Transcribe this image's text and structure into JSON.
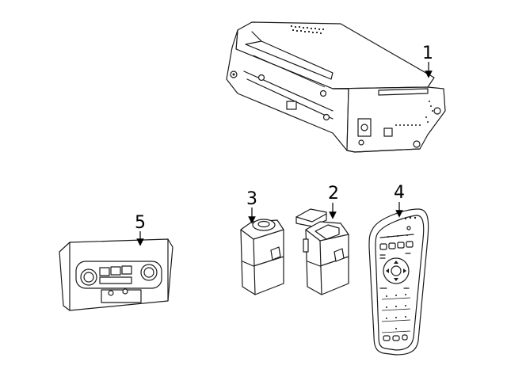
{
  "callouts": {
    "c1": "1",
    "c2": "2",
    "c3": "3",
    "c4": "4",
    "c5": "5"
  },
  "parts": [
    {
      "callout": "1",
      "icon": "radio-receiver-unit"
    },
    {
      "callout": "2",
      "icon": "usb-aux-module"
    },
    {
      "callout": "3",
      "icon": "jack-module"
    },
    {
      "callout": "4",
      "icon": "remote-control"
    },
    {
      "callout": "5",
      "icon": "climate-control-panel"
    }
  ]
}
